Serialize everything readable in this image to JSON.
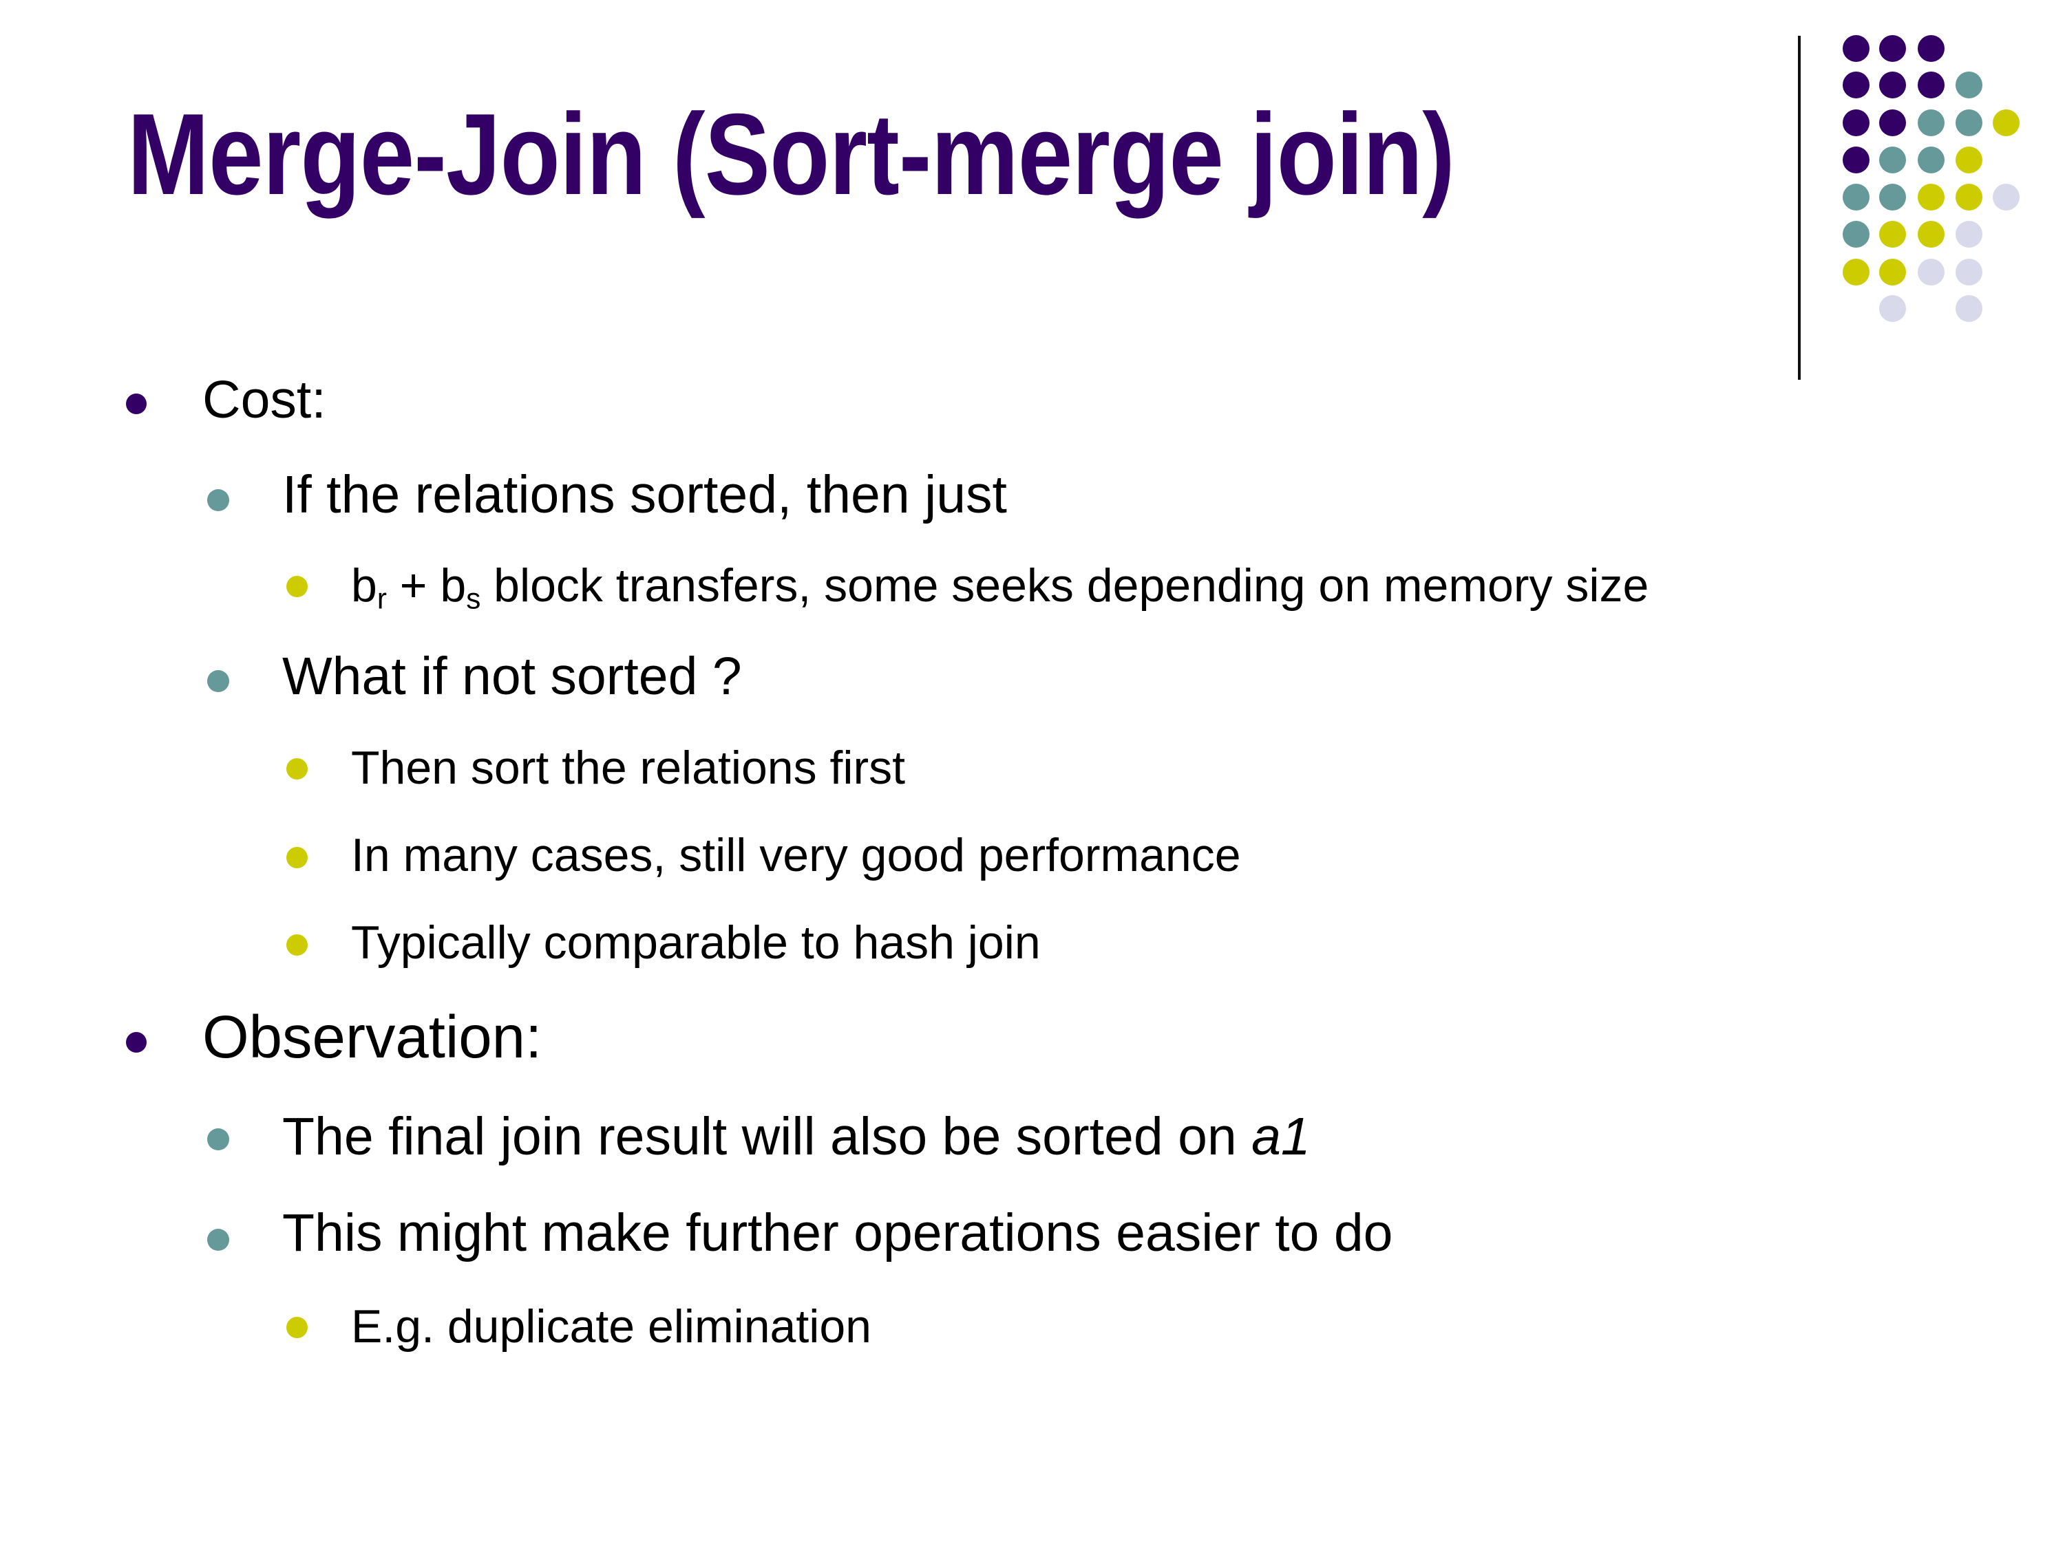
{
  "slide": {
    "title": "Merge-Join (Sort-merge join)",
    "colors": {
      "purple": "#330066",
      "teal": "#669999",
      "yellow": "#CCCC00",
      "lavender": "#D9D9EC"
    },
    "bullets": {
      "cost": "Cost:",
      "sorted": "If the relations sorted, then just",
      "transfers": {
        "b1": "b",
        "sub1": "r",
        "plus": " + ",
        "b2": "b",
        "sub2": "s",
        "rest": " block transfers, some seeks depending on memory size"
      },
      "not_sorted": "What if not sorted ?",
      "sort_first": "Then sort the relations first",
      "good_perf": "In many cases, still very good performance",
      "comparable": "Typically comparable to hash join",
      "observation": "Observation:",
      "final_sorted": {
        "text": "The final join result will also be sorted on ",
        "attr": "a1"
      },
      "easier": "This might make further operations easier to do",
      "dup_elim": "E.g. duplicate elimination"
    }
  }
}
